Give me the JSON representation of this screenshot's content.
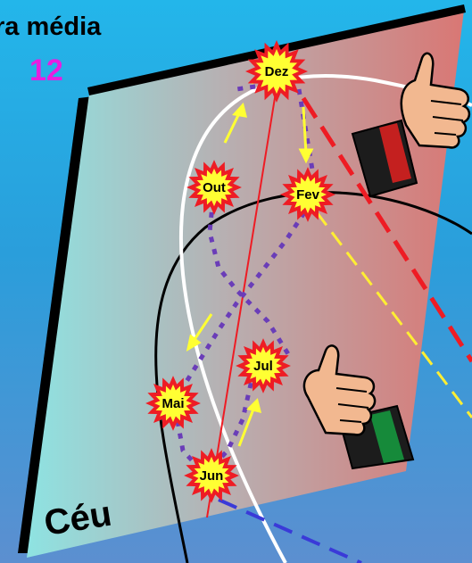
{
  "header": {
    "title": "ra média",
    "value": "12"
  },
  "panel": {
    "label": "Céu"
  },
  "months": [
    {
      "name": "Dez"
    },
    {
      "name": "Out"
    },
    {
      "name": "Fev"
    },
    {
      "name": "Jul"
    },
    {
      "name": "Mai"
    },
    {
      "name": "Jun"
    }
  ],
  "colors": {
    "background": "#2aa8e2",
    "panel_left": "#8ee0e0",
    "panel_right": "#d97a78",
    "starburst": "#ee1c24",
    "starburst_fill": "#ffff33",
    "dotted_path": "#6a3db8",
    "arrows": "#ffff33",
    "red_dashed": "#ee1c24",
    "yellow_dashed": "#ffee33",
    "blue_dashed": "#3a3ad8",
    "meridian": "#ee1c24",
    "title_value": "#e81ee0"
  },
  "icons": [
    "thumbs-up-icon",
    "thumbs-up-icon"
  ]
}
